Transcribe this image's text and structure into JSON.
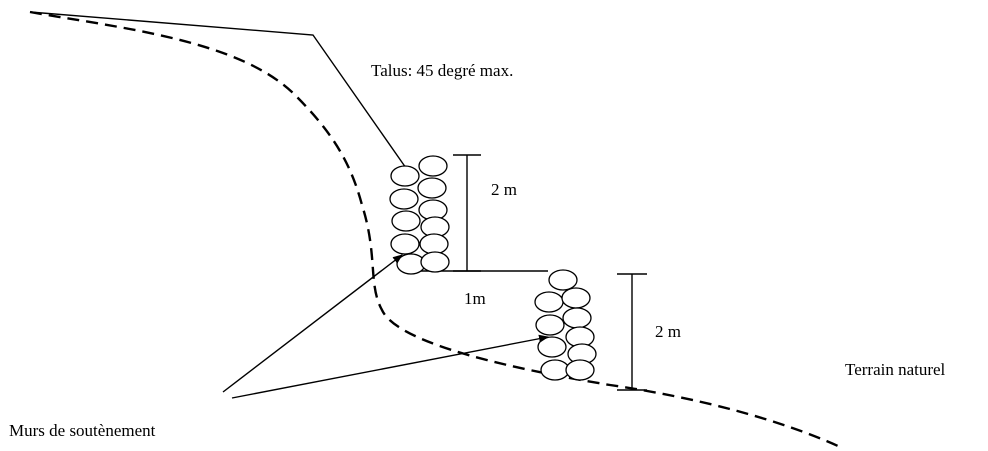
{
  "labels": {
    "slope": "Talus: 45 degré max.",
    "upper_height": "2 m",
    "terrace_width": "1m",
    "lower_height": "2 m",
    "natural_ground": "Terrain naturel",
    "retaining_walls": "Murs de soutènement"
  },
  "colors": {
    "ink": "#000000",
    "background": "#ffffff"
  }
}
